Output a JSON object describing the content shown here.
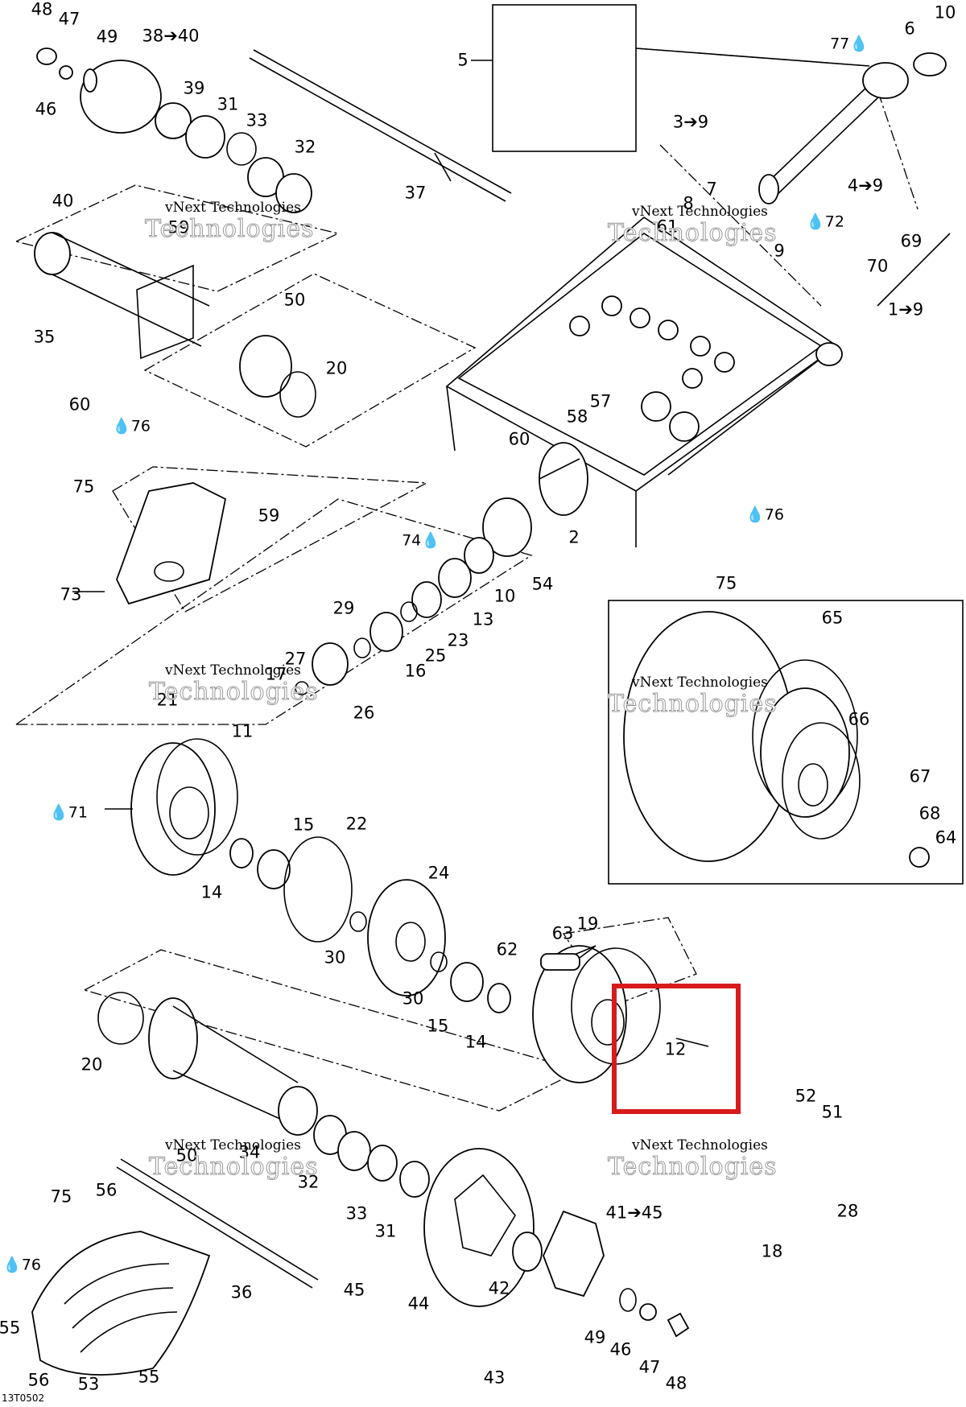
{
  "callouts": [
    {
      "id": "c48a",
      "text": "48"
    },
    {
      "id": "c47a",
      "text": "47"
    },
    {
      "id": "c49a",
      "text": "49"
    },
    {
      "id": "c3840",
      "text": "38➔40"
    },
    {
      "id": "c46a",
      "text": "46"
    },
    {
      "id": "c39",
      "text": "39"
    },
    {
      "id": "c31a",
      "text": "31"
    },
    {
      "id": "c33a",
      "text": "33"
    },
    {
      "id": "c32a",
      "text": "32"
    },
    {
      "id": "c40",
      "text": "40"
    },
    {
      "id": "c37",
      "text": "37"
    },
    {
      "id": "c59a",
      "text": "59"
    },
    {
      "id": "c5",
      "text": "5"
    },
    {
      "id": "c77",
      "text": "77💧"
    },
    {
      "id": "c6",
      "text": "6"
    },
    {
      "id": "c10a",
      "text": "10"
    },
    {
      "id": "c39b",
      "text": "3➔9"
    },
    {
      "id": "c49b",
      "text": "4➔9"
    },
    {
      "id": "c7",
      "text": "7"
    },
    {
      "id": "c8",
      "text": "8"
    },
    {
      "id": "c61",
      "text": "61"
    },
    {
      "id": "c9",
      "text": "9"
    },
    {
      "id": "c72",
      "text": "💧72"
    },
    {
      "id": "c69",
      "text": "69"
    },
    {
      "id": "c70",
      "text": "70"
    },
    {
      "id": "c19b",
      "text": "1➔9"
    },
    {
      "id": "c35",
      "text": "35"
    },
    {
      "id": "c50a",
      "text": "50"
    },
    {
      "id": "c20a",
      "text": "20"
    },
    {
      "id": "c60a",
      "text": "60"
    },
    {
      "id": "c60b",
      "text": "60"
    },
    {
      "id": "c76a",
      "text": "💧76"
    },
    {
      "id": "c57",
      "text": "57"
    },
    {
      "id": "c58",
      "text": "58"
    },
    {
      "id": "c75a",
      "text": "75"
    },
    {
      "id": "c59b",
      "text": "59"
    },
    {
      "id": "c2",
      "text": "2"
    },
    {
      "id": "c76b",
      "text": "💧76"
    },
    {
      "id": "c73",
      "text": "73"
    },
    {
      "id": "c74",
      "text": "74💧"
    },
    {
      "id": "c54",
      "text": "54"
    },
    {
      "id": "c10b",
      "text": "10"
    },
    {
      "id": "c75b",
      "text": "75"
    },
    {
      "id": "c29",
      "text": "29"
    },
    {
      "id": "c13",
      "text": "13"
    },
    {
      "id": "c23",
      "text": "23"
    },
    {
      "id": "c25",
      "text": "25"
    },
    {
      "id": "c16",
      "text": "16"
    },
    {
      "id": "c27",
      "text": "27"
    },
    {
      "id": "c17",
      "text": "17"
    },
    {
      "id": "c26",
      "text": "26"
    },
    {
      "id": "c65",
      "text": "65"
    },
    {
      "id": "c66",
      "text": "66"
    },
    {
      "id": "c67",
      "text": "67"
    },
    {
      "id": "c68",
      "text": "68"
    },
    {
      "id": "c64",
      "text": "64"
    },
    {
      "id": "c21",
      "text": "21"
    },
    {
      "id": "c11",
      "text": "11"
    },
    {
      "id": "c71",
      "text": "💧71"
    },
    {
      "id": "c15a",
      "text": "15"
    },
    {
      "id": "c22",
      "text": "22"
    },
    {
      "id": "c14a",
      "text": "14"
    },
    {
      "id": "c24",
      "text": "24"
    },
    {
      "id": "c63",
      "text": "63"
    },
    {
      "id": "c19",
      "text": "19"
    },
    {
      "id": "c62",
      "text": "62"
    },
    {
      "id": "c30a",
      "text": "30"
    },
    {
      "id": "c30b",
      "text": "30"
    },
    {
      "id": "c15b",
      "text": "15"
    },
    {
      "id": "c14b",
      "text": "14"
    },
    {
      "id": "c12",
      "text": "12"
    },
    {
      "id": "c20b",
      "text": "20"
    },
    {
      "id": "c52",
      "text": "52"
    },
    {
      "id": "c51",
      "text": "51"
    },
    {
      "id": "c50b",
      "text": "50"
    },
    {
      "id": "c34",
      "text": "34"
    },
    {
      "id": "c32b",
      "text": "32"
    },
    {
      "id": "c28",
      "text": "28"
    },
    {
      "id": "c75c",
      "text": "75"
    },
    {
      "id": "c56a",
      "text": "56"
    },
    {
      "id": "c33b",
      "text": "33"
    },
    {
      "id": "c31b",
      "text": "31"
    },
    {
      "id": "c4145",
      "text": "41➔45"
    },
    {
      "id": "c18",
      "text": "18"
    },
    {
      "id": "c76c",
      "text": "💧76"
    },
    {
      "id": "c36",
      "text": "36"
    },
    {
      "id": "c45",
      "text": "45"
    },
    {
      "id": "c42",
      "text": "42"
    },
    {
      "id": "c44",
      "text": "44"
    },
    {
      "id": "c55a",
      "text": "55"
    },
    {
      "id": "c49c",
      "text": "49"
    },
    {
      "id": "c46b",
      "text": "46"
    },
    {
      "id": "c47b",
      "text": "47"
    },
    {
      "id": "c48b",
      "text": "48"
    },
    {
      "id": "c43",
      "text": "43"
    },
    {
      "id": "c56b",
      "text": "56"
    },
    {
      "id": "c53",
      "text": "53"
    },
    {
      "id": "c55b",
      "text": "55"
    }
  ],
  "watermarks": {
    "line1": "vNext Technologies",
    "line2": "Technologies"
  },
  "figure_id": "13T0502"
}
